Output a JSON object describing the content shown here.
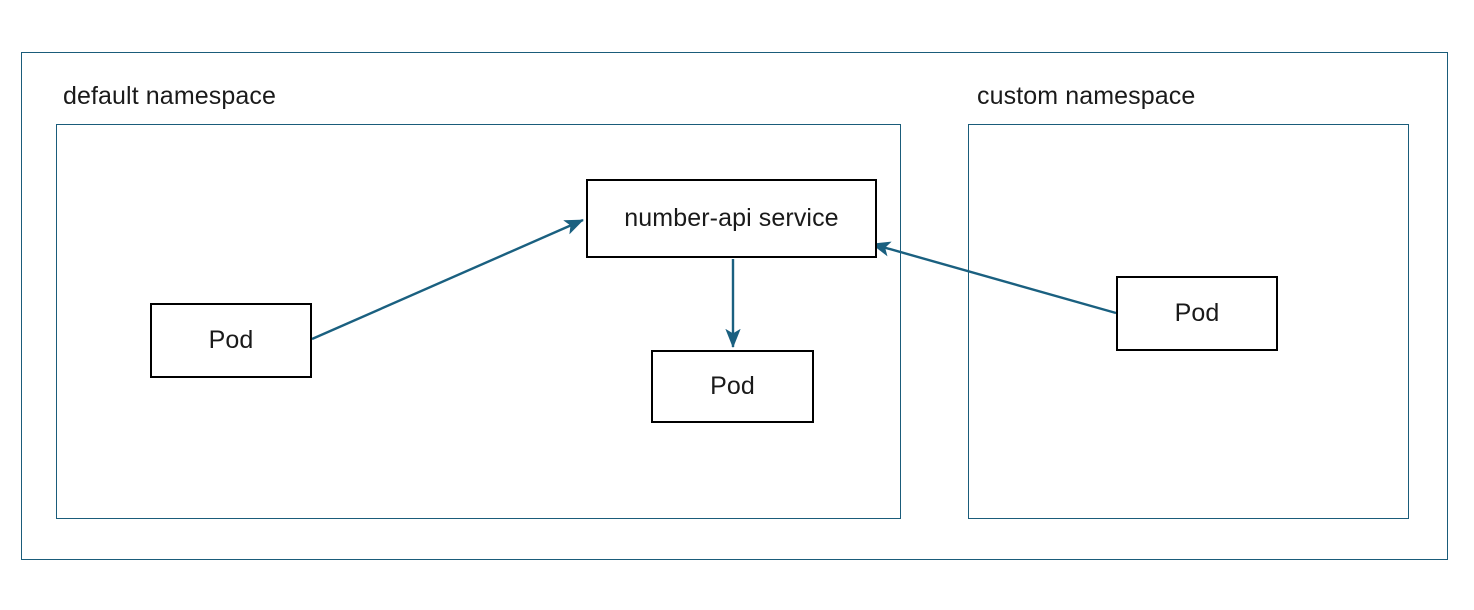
{
  "diagram": {
    "type": "kubernetes-namespace-diagram",
    "colors": {
      "frame_border": "#1a5c7a",
      "node_border": "#000000",
      "arrow": "#1a6080",
      "text": "#1a1a1a",
      "background": "#ffffff"
    },
    "namespaces": [
      {
        "id": "default",
        "label": "default namespace",
        "nodes": [
          {
            "id": "default-pod-left",
            "label": "Pod",
            "kind": "pod"
          },
          {
            "id": "number-api-service",
            "label": "number-api service",
            "kind": "service"
          },
          {
            "id": "default-pod-center",
            "label": "Pod",
            "kind": "pod"
          }
        ]
      },
      {
        "id": "custom",
        "label": "custom namespace",
        "nodes": [
          {
            "id": "custom-pod",
            "label": "Pod",
            "kind": "pod"
          }
        ]
      }
    ],
    "edges": [
      {
        "id": "edge-left-pod-to-service",
        "from": "default-pod-left",
        "to": "number-api-service",
        "direction": "forward"
      },
      {
        "id": "edge-service-to-center-pod",
        "from": "number-api-service",
        "to": "default-pod-center",
        "direction": "forward"
      },
      {
        "id": "edge-custom-pod-to-service",
        "from": "custom-pod",
        "to": "number-api-service",
        "direction": "forward"
      }
    ]
  }
}
